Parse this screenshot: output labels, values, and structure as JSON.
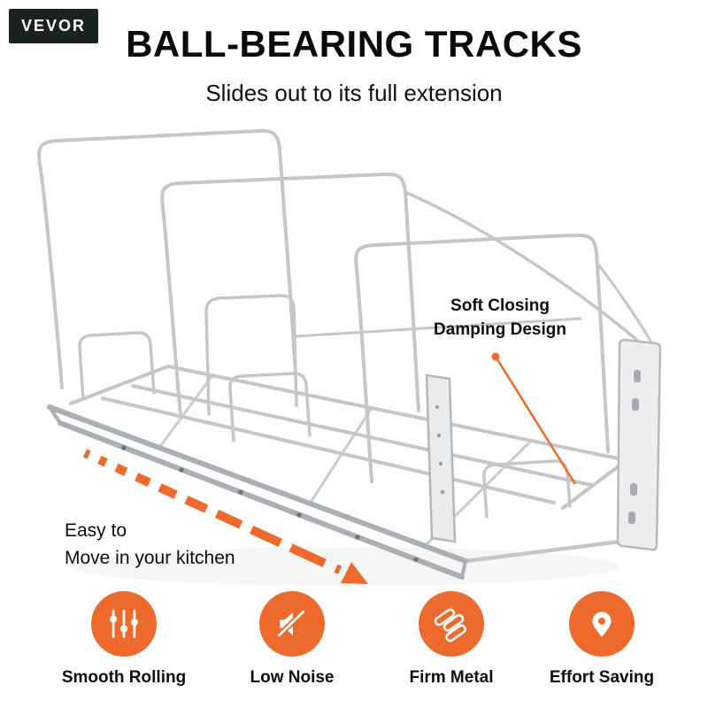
{
  "brand": {
    "logo_text": "VEVOR"
  },
  "header": {
    "title": "BALL-BEARING TRACKS",
    "subtitle": "Slides out to its full extension"
  },
  "annotations": {
    "soft_closing_line1": "Soft Closing",
    "soft_closing_line2": "Damping Design",
    "easy_move_line1": "Easy to",
    "easy_move_line2": "Move in your kitchen"
  },
  "features": [
    {
      "label": "Smooth Rolling",
      "icon": "sliders-icon"
    },
    {
      "label": "Low Noise",
      "icon": "mute-icon"
    },
    {
      "label": "Firm Metal",
      "icon": "metal-tubes-icon"
    },
    {
      "label": "Effort Saving",
      "icon": "pin-icon"
    }
  ],
  "colors": {
    "accent_orange": "#ED6A2C",
    "logo_background": "#1B2320",
    "text": "#111111",
    "chrome_gray": "#C3C7CA"
  }
}
